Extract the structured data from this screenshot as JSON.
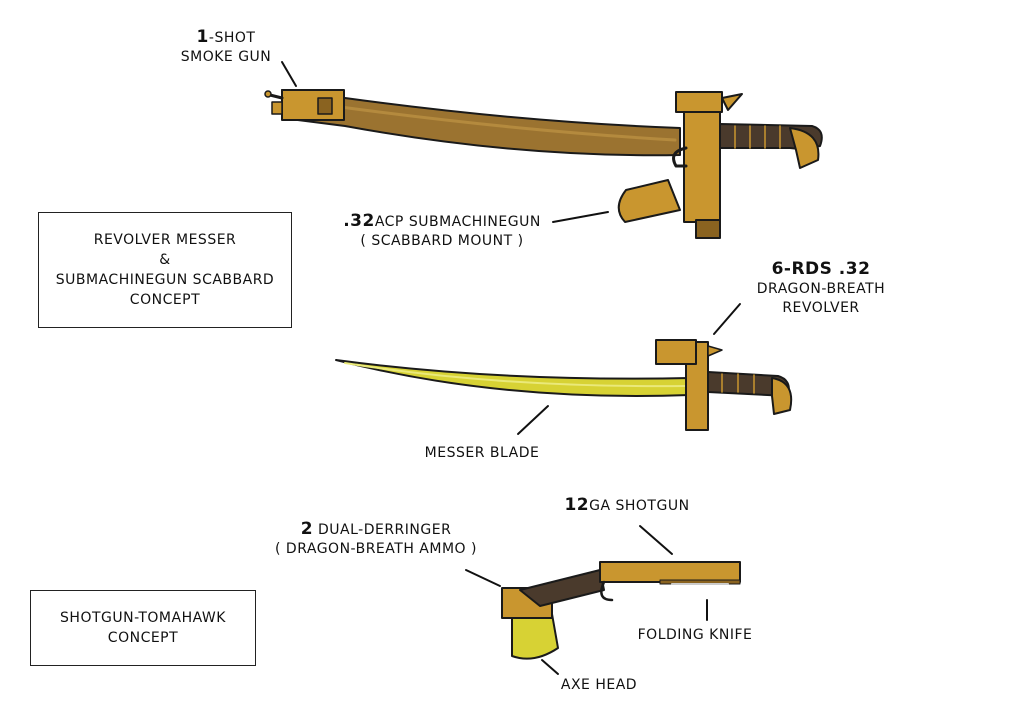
{
  "concept_revolver": {
    "line1": "Revolver Messer",
    "line2": "&",
    "line3": "Submachinegun Scabbard",
    "line4": "Concept"
  },
  "concept_tomahawk": {
    "line1": "Shotgun-Tomahawk",
    "line2": "Concept"
  },
  "labels": {
    "smoke_gun": {
      "bold": "1",
      "rest": "-Shot",
      "line2": "Smoke Gun"
    },
    "submachinegun": {
      "bold": ".32",
      "rest": "ACP Submachinegun",
      "line2": "( Scabbard Mount )"
    },
    "revolver": {
      "bold": "6-rds .32",
      "line2": "Dragon-Breath",
      "line3": "Revolver"
    },
    "messer_blade": "Messer Blade",
    "derringer": {
      "bold": "2",
      "rest": " Dual-Derringer",
      "line2": "( Dragon-Breath Ammo )"
    },
    "shotgun": {
      "bold": "12",
      "rest": "GA Shotgun"
    },
    "folding_knife": "Folding Knife",
    "axe_head": "Axe Head"
  },
  "colors": {
    "brass": "#c9962f",
    "brass_dark": "#8a6320",
    "scabbard": "#9b7330",
    "grip": "#4a3a2c",
    "blade": "#d7d234",
    "outline": "#1a1a1a"
  }
}
